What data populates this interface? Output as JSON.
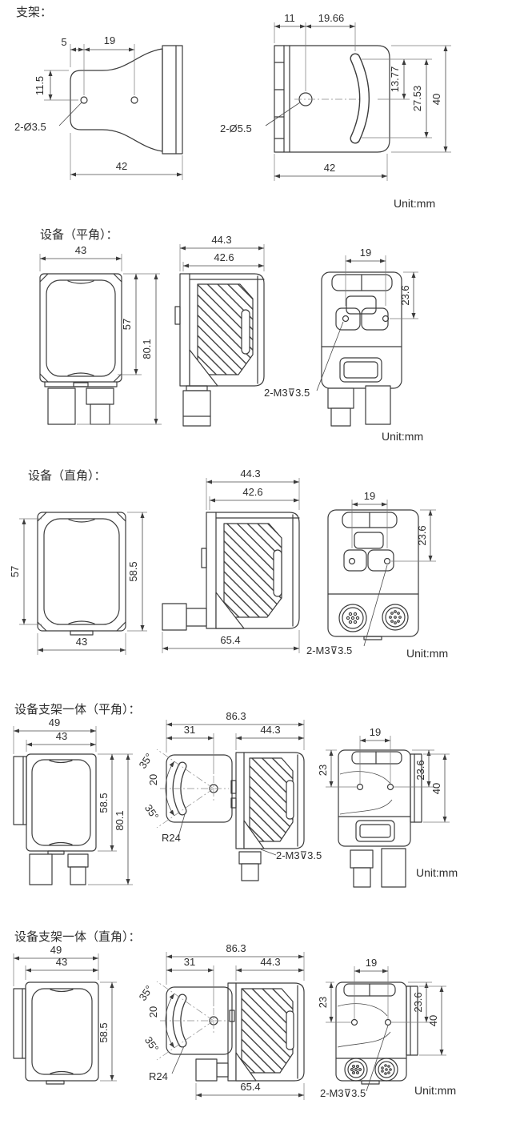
{
  "page": {
    "background": "#ffffff",
    "line_color": "#3c3c3c"
  },
  "sections": {
    "bracket": {
      "title": "支架：",
      "unit": "Unit:mm",
      "front": {
        "dim_offset": "5",
        "dim_spacing": "19",
        "dim_height": "11.5",
        "hole_callout": "2-Ø3.5",
        "dim_width": "42"
      },
      "side": {
        "dim_edge": "11",
        "dim_slot": "19.66",
        "dim_upper": "13.77",
        "dim_lower": "27.53",
        "dim_height": "40",
        "dim_width": "42",
        "hole_callout": "2-Ø5.5"
      }
    },
    "device_flat": {
      "title": "设备（平角）：",
      "unit": "Unit:mm",
      "front": {
        "dim_width": "43",
        "dim_window": "57",
        "dim_height": "80.1"
      },
      "side": {
        "dim_outer": "44.3",
        "dim_inner": "42.6"
      },
      "rear": {
        "dim_spacing": "19",
        "dim_top": "23.6",
        "thread_callout": "2-M3⊽3.5"
      }
    },
    "device_right": {
      "title": "设备（直角）：",
      "unit": "Unit:mm",
      "front": {
        "dim_left": "57",
        "dim_right": "58.5",
        "dim_width": "43"
      },
      "side": {
        "dim_outer": "44.3",
        "dim_inner": "42.6",
        "dim_depth": "65.4"
      },
      "rear": {
        "dim_spacing": "19",
        "dim_top": "23.6",
        "thread_callout": "2-M3⊽3.5"
      }
    },
    "combo_flat": {
      "title": "设备支架一体（平角）：",
      "unit": "Unit:mm",
      "front": {
        "dim_outer": "49",
        "dim_inner": "43",
        "dim_body": "58.5",
        "dim_total": "80.1"
      },
      "side": {
        "dim_total": "86.3",
        "dim_bracket": "31",
        "dim_device": "44.3",
        "angle_upper": "35°",
        "dim_slot": "20",
        "angle_lower": "35°",
        "radius": "R24",
        "thread_callout": "2-M3⊽3.5"
      },
      "rear": {
        "dim_spacing": "19",
        "dim_offset": "23",
        "dim_top": "23.6",
        "dim_bracket": "40"
      }
    },
    "combo_right": {
      "title": "设备支架一体（直角）：",
      "unit": "Unit:mm",
      "front": {
        "dim_outer": "49",
        "dim_inner": "43",
        "dim_body": "58.5"
      },
      "side": {
        "dim_total": "86.3",
        "dim_bracket": "31",
        "dim_device": "44.3",
        "angle_upper": "35°",
        "dim_slot": "20",
        "angle_lower": "35°",
        "radius": "R24",
        "dim_depth": "65.4",
        "thread_callout": "2-M3⊽3.5"
      },
      "rear": {
        "dim_spacing": "19",
        "dim_offset": "23",
        "dim_top": "23.6",
        "dim_bracket": "40"
      }
    }
  }
}
